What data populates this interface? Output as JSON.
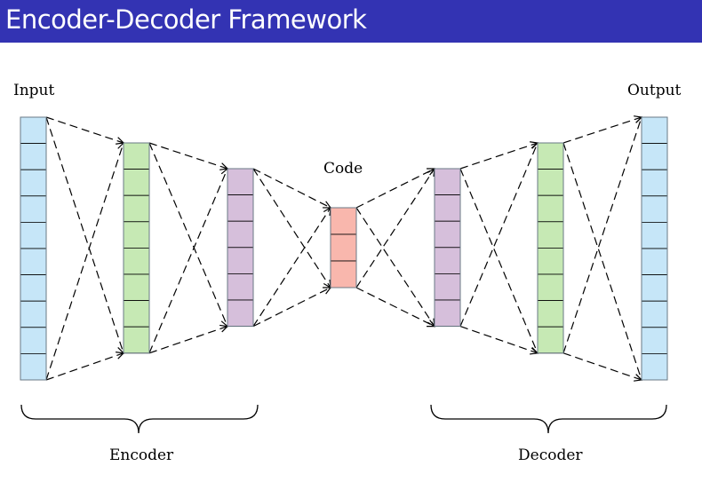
{
  "title": "Encoder-Decoder Framework",
  "labels": {
    "input": "Input",
    "output": "Output",
    "code": "Code",
    "encoder": "Encoder",
    "decoder": "Decoder"
  },
  "colors": {
    "title_bar": "#3333b3",
    "input_layer": "#c6e6f8",
    "encoder_layer_1": "#c6e9b4",
    "encoder_layer_2": "#d6bfdb",
    "code_layer": "#f9b7ad",
    "decoder_layer_1": "#d6bfdb",
    "decoder_layer_2": "#c6e9b4",
    "output_layer": "#c6e6f8"
  },
  "layers": [
    {
      "name": "input-layer",
      "units": 10,
      "color_key": "input_layer"
    },
    {
      "name": "encoder-layer-1",
      "units": 8,
      "color_key": "encoder_layer_1"
    },
    {
      "name": "encoder-layer-2",
      "units": 6,
      "color_key": "encoder_layer_2"
    },
    {
      "name": "code-layer",
      "units": 3,
      "color_key": "code_layer"
    },
    {
      "name": "decoder-layer-1",
      "units": 6,
      "color_key": "decoder_layer_1"
    },
    {
      "name": "decoder-layer-2",
      "units": 8,
      "color_key": "decoder_layer_2"
    },
    {
      "name": "output-layer",
      "units": 10,
      "color_key": "output_layer"
    }
  ]
}
